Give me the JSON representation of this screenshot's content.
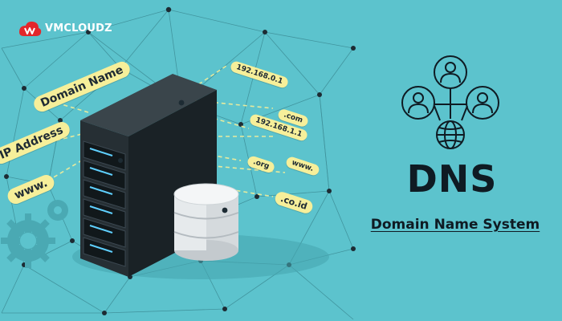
{
  "brand": {
    "name": "VMCLOUDZ",
    "accent": "#e3262a"
  },
  "colors": {
    "background": "#5cc3cd",
    "tag": "#f6ef9a",
    "server": "#222a2e",
    "text": "#0f1b23"
  },
  "tags": {
    "domain_name": "Domain Name",
    "ip_address": "IP Address",
    "www_left": "www.",
    "ip_top": "192.168.0.1",
    "com": ".com",
    "ip_mid": "192.168.1.1",
    "org": ".org",
    "www_right": "www.",
    "coid": ".co.id"
  },
  "title": "DNS",
  "subtitle": "Domain Name System",
  "icons": [
    "user-icon",
    "user-icon",
    "user-icon",
    "globe-icon",
    "server-rack-icon",
    "database-icon",
    "gear-icon"
  ]
}
